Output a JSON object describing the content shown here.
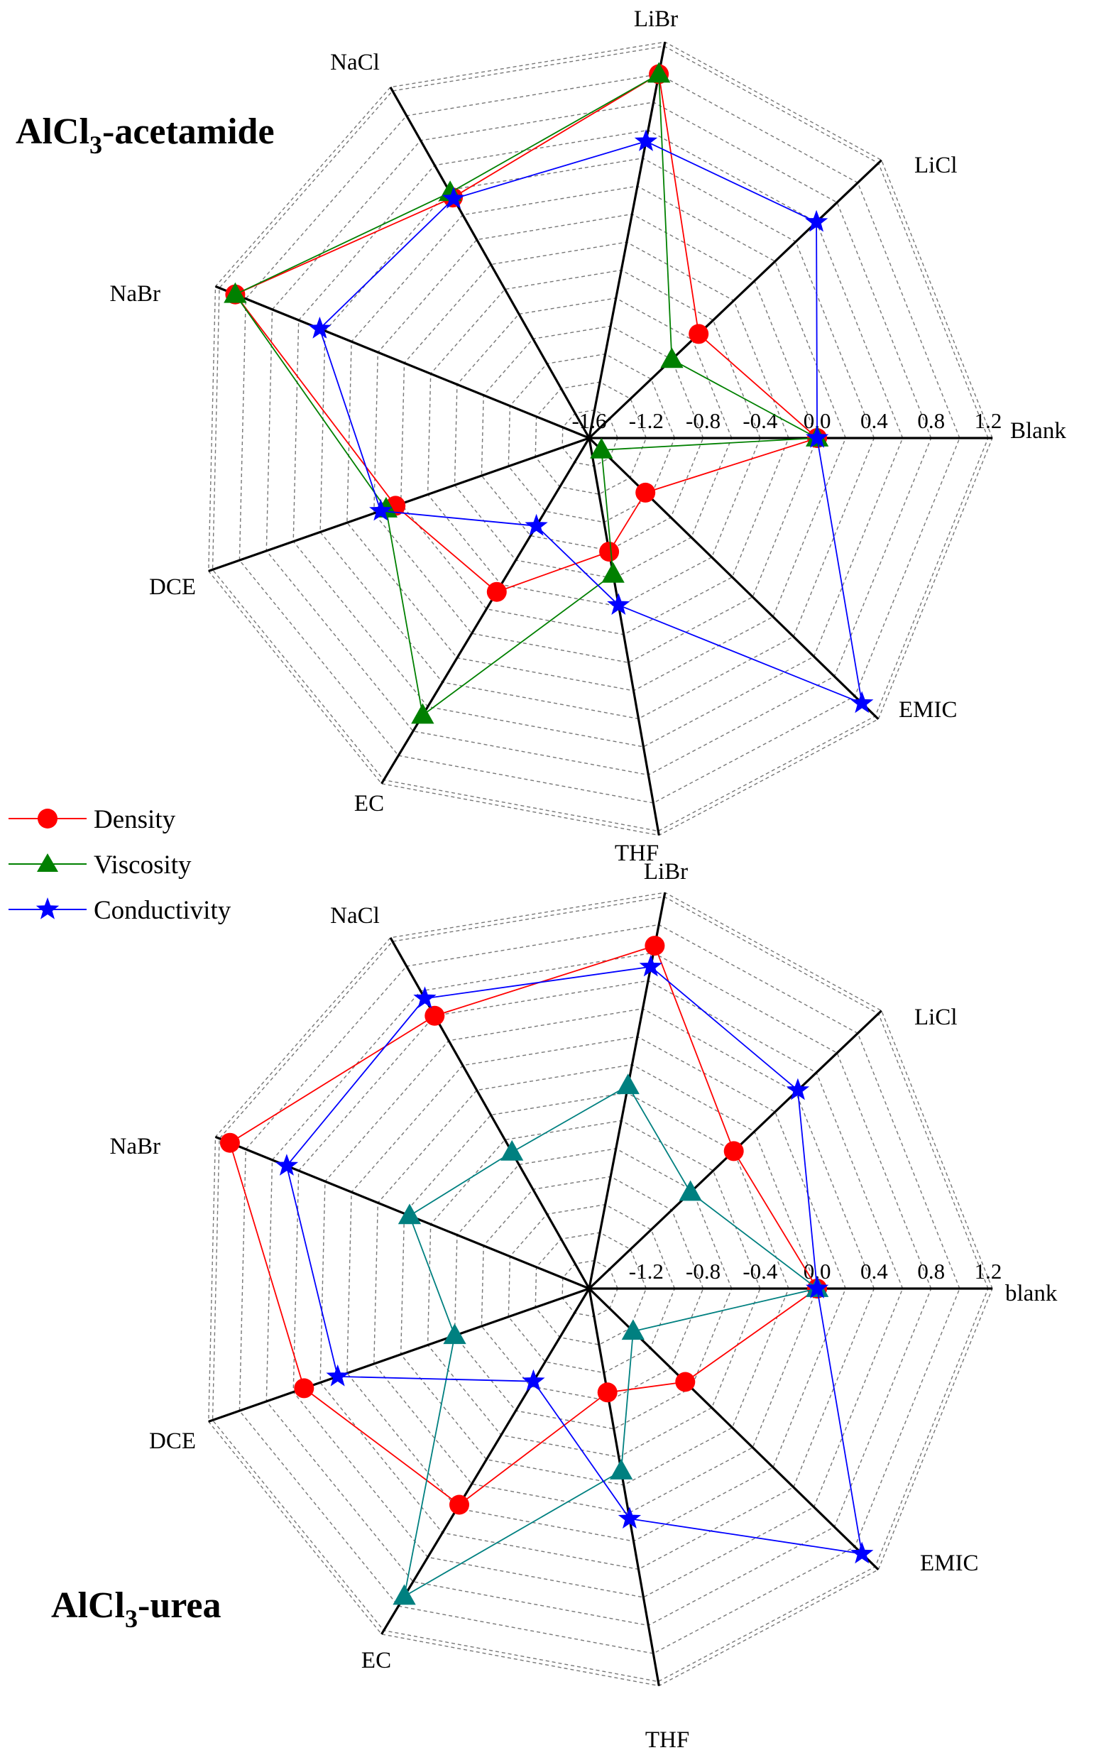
{
  "legend": {
    "items": [
      {
        "label": "Density",
        "color": "#ff0000",
        "marker": "circle"
      },
      {
        "label": "Viscosity",
        "color": "#008000",
        "marker": "triangle"
      },
      {
        "label": "Conductivity",
        "color": "#0000ff",
        "marker": "star"
      }
    ]
  },
  "chart_data": [
    {
      "type": "radar",
      "title_main": "AlCl",
      "title_sub": "3",
      "title_rest": "-acetamide",
      "axes": [
        "Blank",
        "LiCl",
        "LiBr",
        "NaCl",
        "NaBr",
        "DCE",
        "EC",
        "THF",
        "EMIC"
      ],
      "r_range": [
        -1.6,
        1.2
      ],
      "ticks": [
        -1.6,
        -1.2,
        -0.8,
        -0.4,
        0.0,
        0.4,
        0.8,
        1.2
      ],
      "tick_labels": [
        "-1.6",
        "-1.2",
        "-0.8",
        "-0.4",
        "0.0",
        "0.4",
        "0.8",
        "1.2"
      ],
      "grid": "dashed",
      "series": [
        {
          "name": "Density",
          "color": "#ff0000",
          "marker": "circle",
          "values": [
            0.0,
            -0.54,
            1.0,
            0.34,
            1.08,
            -0.16,
            -0.34,
            -0.79,
            -1.05
          ]
        },
        {
          "name": "Viscosity",
          "color": "#008000",
          "marker": "triangle",
          "values": [
            0.0,
            -0.8,
            1.0,
            0.38,
            1.08,
            -0.09,
            0.67,
            -0.63,
            -1.48
          ]
        },
        {
          "name": "Conductivity",
          "color": "#0000ff",
          "marker": "star",
          "values": [
            0.0,
            0.6,
            0.52,
            0.33,
            0.44,
            -0.05,
            -0.88,
            -0.41,
            1.07
          ]
        }
      ]
    },
    {
      "type": "radar",
      "title_main": "AlCl",
      "title_sub": "3",
      "title_rest": "-urea",
      "axes": [
        "blank",
        "LiCl",
        "LiBr",
        "NaCl",
        "NaBr",
        "DCE",
        "EC",
        "THF",
        "EMIC"
      ],
      "r_range": [
        -1.6,
        1.2
      ],
      "ticks": [
        -1.2,
        -0.8,
        -0.4,
        0.0,
        0.4,
        0.8,
        1.2
      ],
      "tick_labels": [
        "-1.2",
        "-0.8",
        "-0.4",
        "0.0",
        "0.4",
        "0.8",
        "1.2"
      ],
      "grid": "dashed",
      "series": [
        {
          "name": "Density",
          "color": "#ff0000",
          "marker": "circle",
          "values": [
            0.0,
            -0.2,
            0.85,
            0.6,
            1.12,
            0.52,
            0.17,
            -0.86,
            -0.66
          ]
        },
        {
          "name": "Viscosity",
          "color": "#008080",
          "marker": "triangle",
          "values": [
            0.0,
            -0.62,
            -0.15,
            -0.5,
            -0.24,
            -0.6,
            0.92,
            -0.3,
            -1.17
          ]
        },
        {
          "name": "Conductivity",
          "color": "#0000ff",
          "marker": "star",
          "values": [
            0.0,
            0.42,
            0.7,
            0.74,
            0.69,
            0.27,
            -0.84,
            0.04,
            1.07
          ]
        }
      ]
    }
  ]
}
